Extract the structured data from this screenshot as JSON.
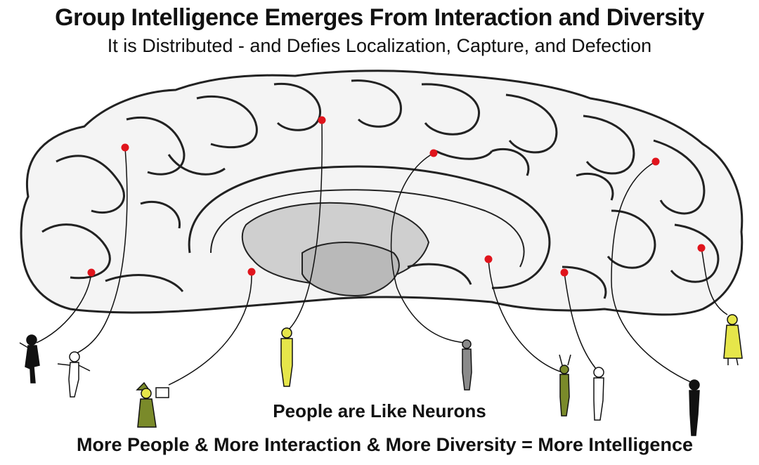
{
  "title": "Group Intelligence Emerges From Interaction and Diversity",
  "subtitle": "It is Distributed - and Defies Localization, Capture, and Defection",
  "caption_main": "People are Like Neurons",
  "caption_equation": "More People & More Interaction & More Diversity = More Intelligence",
  "colors": {
    "neuron_dot": "#e0141c",
    "figure_yellow": "#e6e64a",
    "figure_olive": "#7a8a2a",
    "figure_black": "#111111",
    "figure_gray": "#8a8a8a"
  }
}
